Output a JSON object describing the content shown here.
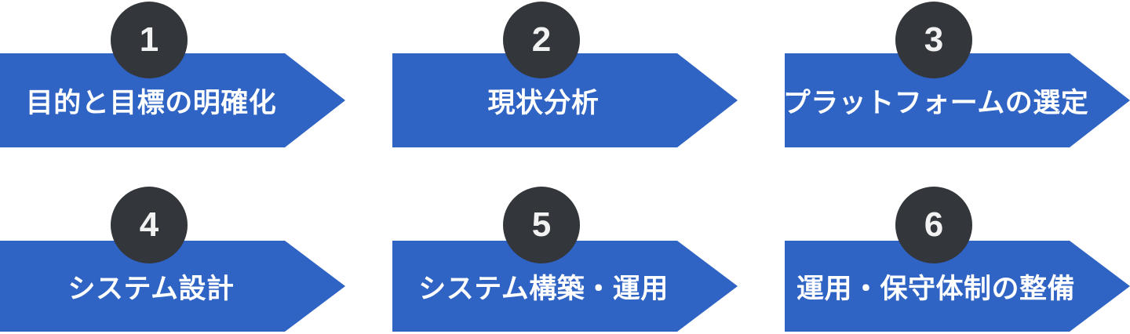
{
  "steps": [
    {
      "number": "1",
      "label": "目的と目標の明確化"
    },
    {
      "number": "2",
      "label": "現状分析"
    },
    {
      "number": "3",
      "label": "プラットフォームの選定"
    },
    {
      "number": "4",
      "label": "システム設計"
    },
    {
      "number": "5",
      "label": "システム構築・運用"
    },
    {
      "number": "6",
      "label": "運用・保守体制の整備"
    }
  ],
  "colors": {
    "arrow_blue": "#2f63c4",
    "badge_dark": "#33363b",
    "number_text": "#f2f2f2",
    "label_text": "#ffffff",
    "background": "#ffffff"
  }
}
